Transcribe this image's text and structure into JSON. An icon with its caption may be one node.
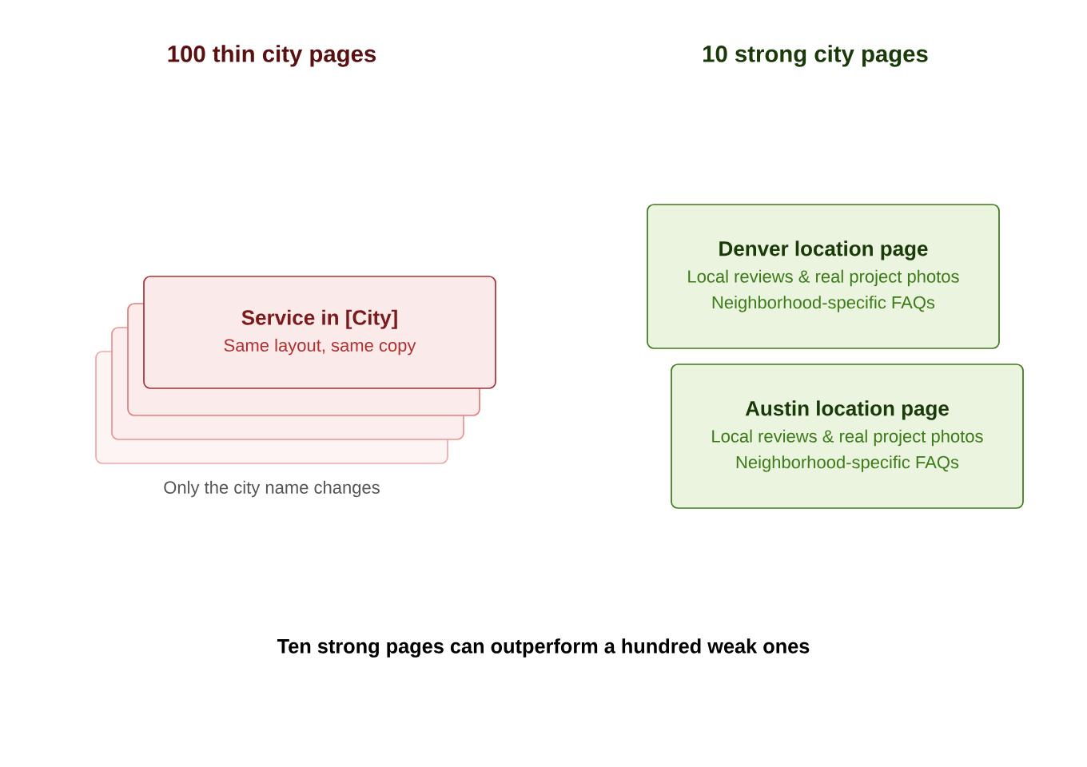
{
  "diagram": {
    "caption": "Ten strong pages can outperform a hundred weak ones",
    "nodes": [
      {
        "text": [],
        "shape": "box"
      },
      {
        "text": [],
        "shape": "box"
      },
      {
        "text": [],
        "shape": "box"
      },
      {
        "text": [
          "Service in [City]",
          "Same layout, same copy"
        ]
      },
      {
        "text": [
          "Denver location page",
          "Local reviews & real project photos",
          "Neighborhood-specific FAQs"
        ]
      },
      {
        "text": [
          "Austin location page",
          "Local reviews & real project photos",
          "Neighborhood-specific FAQs"
        ]
      }
    ],
    "labels": [
      "100 thin city pages",
      "10 strong city pages",
      "Only the city name changes"
    ]
  }
}
